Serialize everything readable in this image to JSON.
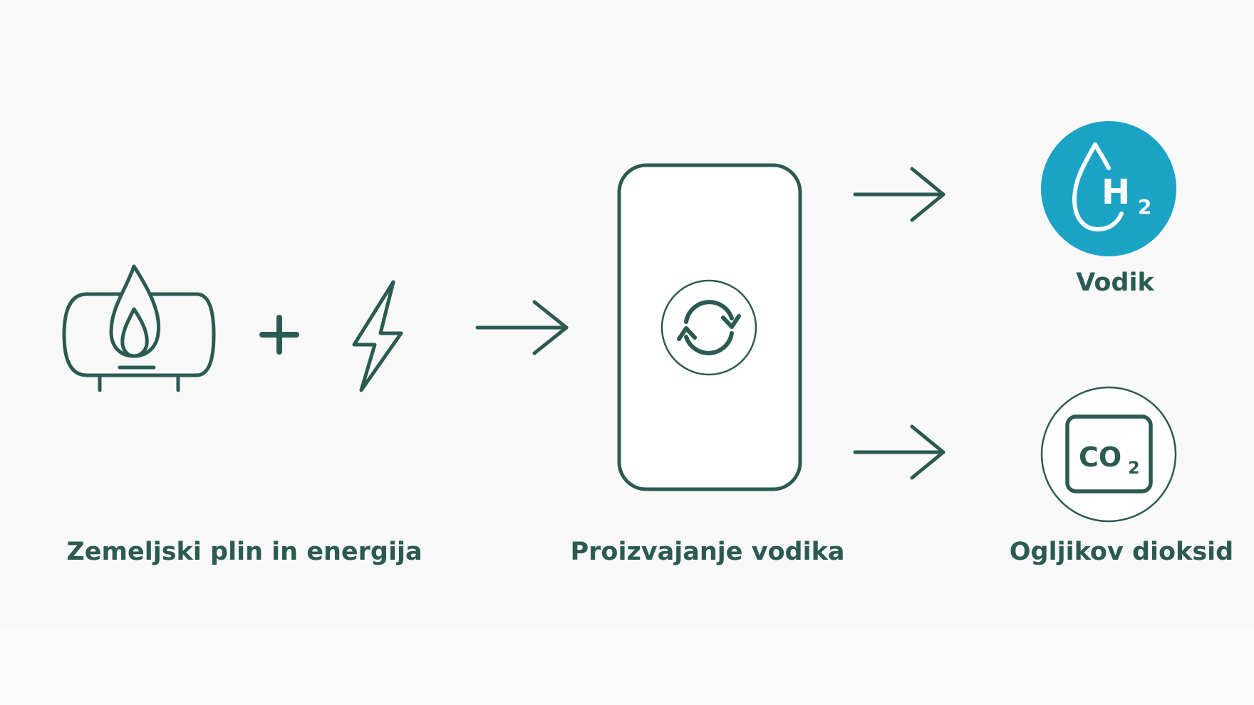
{
  "inputs": {
    "label": "Zemeljski plin in energija",
    "gas_icon": "gas-tank-flame-icon",
    "plus_icon": "plus-icon",
    "energy_icon": "lightning-bolt-icon"
  },
  "process": {
    "label": "Proizvajanje vodika",
    "icon": "refresh-cycle-icon"
  },
  "outputs": {
    "hydrogen": {
      "label": "Vodik",
      "icon": "hydrogen-drop-icon",
      "symbol": "H",
      "subscript": "2"
    },
    "co2": {
      "label": "Ogljikov dioksid",
      "icon": "co2-box-icon",
      "symbol": "CO",
      "subscript": "2"
    }
  },
  "colors": {
    "stroke": "#2b5a52",
    "hydrogen_fill": "#1ba3c6",
    "background": "#f8f8f8"
  }
}
